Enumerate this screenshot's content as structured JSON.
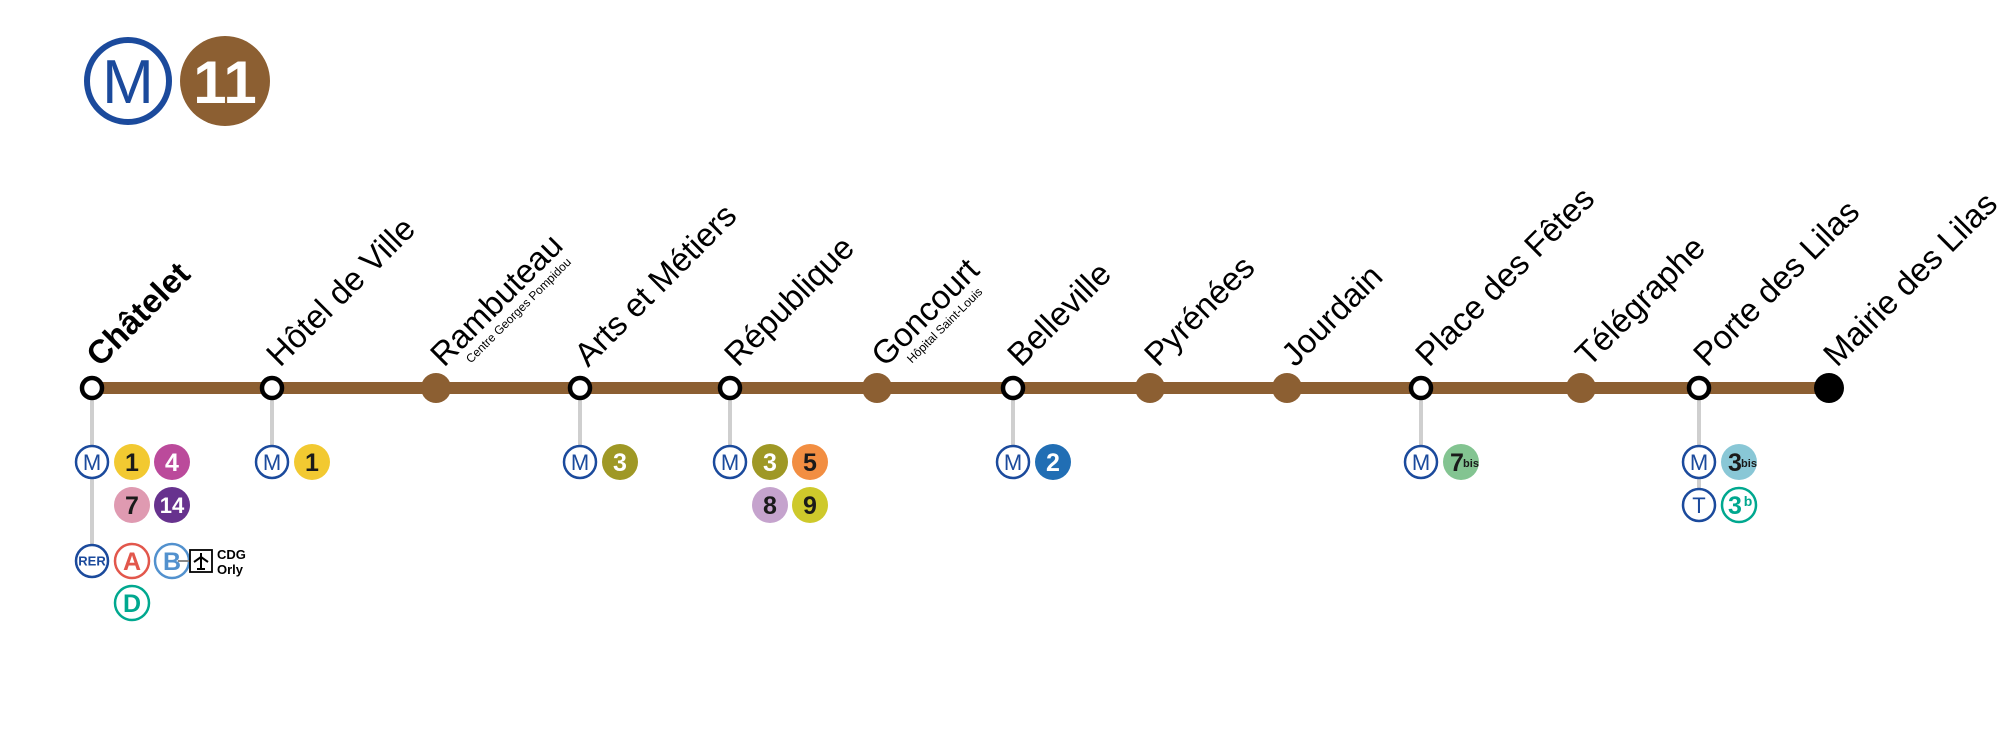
{
  "header": {
    "metro_letter": "M",
    "line_number": "11"
  },
  "colors": {
    "line": "#8c5f32",
    "metro_blue": "#1b4a9c",
    "connector": "#cfcfcf",
    "terminus": "#000000"
  },
  "stations": [
    {
      "name": "Châtelet",
      "subtitle": "",
      "bold": true,
      "type": "interchange"
    },
    {
      "name": "Hôtel de Ville",
      "subtitle": "",
      "bold": false,
      "type": "interchange"
    },
    {
      "name": "Rambuteau",
      "subtitle": "Centre Georges Pompidou",
      "bold": false,
      "type": "stop"
    },
    {
      "name": "Arts et Métiers",
      "subtitle": "",
      "bold": false,
      "type": "interchange"
    },
    {
      "name": "République",
      "subtitle": "",
      "bold": false,
      "type": "interchange"
    },
    {
      "name": "Goncourt",
      "subtitle": "Hôpital Saint-Louis",
      "bold": false,
      "type": "stop"
    },
    {
      "name": "Belleville",
      "subtitle": "",
      "bold": false,
      "type": "interchange"
    },
    {
      "name": "Pyrénées",
      "subtitle": "",
      "bold": false,
      "type": "stop"
    },
    {
      "name": "Jourdain",
      "subtitle": "",
      "bold": false,
      "type": "stop"
    },
    {
      "name": "Place des Fêtes",
      "subtitle": "",
      "bold": false,
      "type": "interchange"
    },
    {
      "name": "Télégraphe",
      "subtitle": "",
      "bold": false,
      "type": "stop"
    },
    {
      "name": "Porte des Lilas",
      "subtitle": "",
      "bold": false,
      "type": "interchange"
    },
    {
      "name": "Mairie des Lilas",
      "subtitle": "",
      "bold": false,
      "type": "terminus"
    }
  ],
  "connections": [
    {
      "station": "Châtelet",
      "rows": [
        [
          {
            "kind": "mode",
            "label": "M"
          },
          {
            "kind": "metro",
            "label": "1",
            "color": "#f2c931",
            "text": "#1a1a1a"
          },
          {
            "kind": "metro",
            "label": "4",
            "color": "#bb4a9b",
            "text": "#ffffff"
          }
        ],
        [
          {
            "kind": "blank"
          },
          {
            "kind": "metro",
            "label": "7",
            "color": "#df9ab1",
            "text": "#1a1a1a"
          },
          {
            "kind": "metro",
            "label": "14",
            "color": "#67328e",
            "text": "#ffffff"
          }
        ],
        [
          {
            "kind": "mode",
            "label": "RER"
          },
          {
            "kind": "rer",
            "label": "A",
            "color": "#e2574c"
          },
          {
            "kind": "rer",
            "label": "B",
            "color": "#5291ce"
          },
          {
            "kind": "airport",
            "lines": [
              "CDG",
              "Orly"
            ]
          }
        ],
        [
          {
            "kind": "blank"
          },
          {
            "kind": "rer",
            "label": "D",
            "color": "#00a88f"
          }
        ]
      ]
    },
    {
      "station": "Hôtel de Ville",
      "rows": [
        [
          {
            "kind": "mode",
            "label": "M"
          },
          {
            "kind": "metro",
            "label": "1",
            "color": "#f2c931",
            "text": "#1a1a1a"
          }
        ]
      ]
    },
    {
      "station": "Arts et Métiers",
      "rows": [
        [
          {
            "kind": "mode",
            "label": "M"
          },
          {
            "kind": "metro",
            "label": "3",
            "color": "#9f9825",
            "text": "#ffffff"
          }
        ]
      ]
    },
    {
      "station": "République",
      "rows": [
        [
          {
            "kind": "mode",
            "label": "M"
          },
          {
            "kind": "metro",
            "label": "3",
            "color": "#9f9825",
            "text": "#ffffff"
          },
          {
            "kind": "metro",
            "label": "5",
            "color": "#f28e42",
            "text": "#1a1a1a"
          }
        ],
        [
          {
            "kind": "blank"
          },
          {
            "kind": "metro",
            "label": "8",
            "color": "#c5a3cd",
            "text": "#1a1a1a"
          },
          {
            "kind": "metro",
            "label": "9",
            "color": "#cec92b",
            "text": "#1a1a1a"
          }
        ]
      ]
    },
    {
      "station": "Belleville",
      "rows": [
        [
          {
            "kind": "mode",
            "label": "M"
          },
          {
            "kind": "metro",
            "label": "2",
            "color": "#216eb4",
            "text": "#ffffff"
          }
        ]
      ]
    },
    {
      "station": "Place des Fêtes",
      "rows": [
        [
          {
            "kind": "mode",
            "label": "M"
          },
          {
            "kind": "metro",
            "label": "7",
            "sup": "bis",
            "color": "#83c491",
            "text": "#1a1a1a"
          }
        ]
      ]
    },
    {
      "station": "Porte des Lilas",
      "rows": [
        [
          {
            "kind": "mode",
            "label": "M"
          },
          {
            "kind": "metro",
            "label": "3",
            "sup": "bis",
            "color": "#89c7d6",
            "text": "#1a1a1a"
          }
        ],
        [
          {
            "kind": "mode",
            "label": "T"
          },
          {
            "kind": "tram",
            "label": "3",
            "sup": "b",
            "color": "#00a88f"
          }
        ]
      ]
    }
  ]
}
